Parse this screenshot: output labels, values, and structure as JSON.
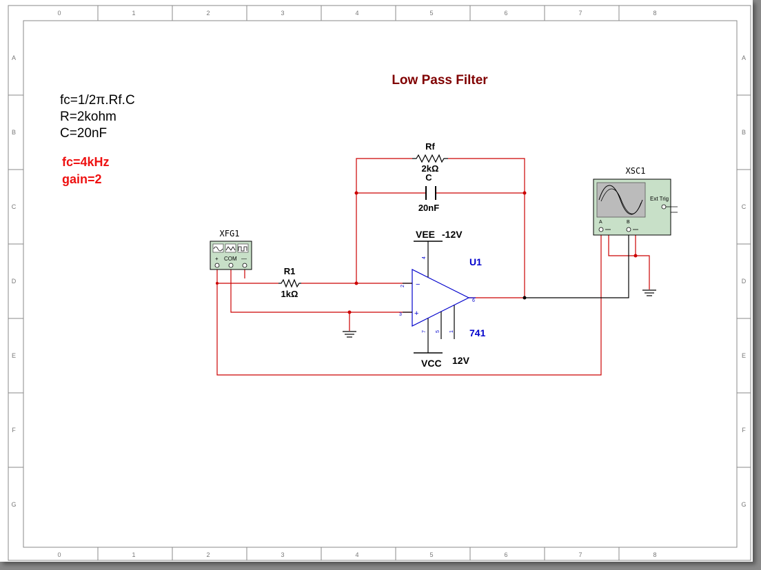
{
  "sheet": {
    "col_labels": [
      "0",
      "1",
      "2",
      "3",
      "4",
      "5",
      "6",
      "7",
      "8"
    ],
    "row_labels": [
      "A",
      "B",
      "C",
      "D",
      "E",
      "F",
      "G"
    ]
  },
  "title": "Low Pass Filter",
  "notes": {
    "formula": "fc=1/2π.Rf.C",
    "r_value": "R=2kohm",
    "c_value": "C=20nF",
    "fc_result": "fc=4kHz",
    "gain_result": "gain=2"
  },
  "components": {
    "rf": {
      "name": "Rf",
      "value": "2kΩ"
    },
    "c": {
      "name": "C",
      "value": "20nF"
    },
    "r1": {
      "name": "R1",
      "value": "1kΩ"
    },
    "opamp": {
      "name": "U1",
      "model": "741",
      "pins": [
        "4",
        "2",
        "3",
        "6",
        "7",
        "5",
        "1"
      ]
    },
    "vee": {
      "name": "VEE",
      "value": "-12V"
    },
    "vcc": {
      "name": "VCC",
      "value": "12V"
    },
    "xfg": {
      "name": "XFG1",
      "com_label": "COM",
      "plus": "+",
      "minus": "—"
    },
    "xsc": {
      "name": "XSC1",
      "ext_trig": "Ext Trig",
      "ch_a": "A",
      "ch_b": "B"
    }
  },
  "colors": {
    "wire_red": "#cc0000",
    "wire_black": "#000000",
    "component_blue": "#0000cc",
    "title": "#800000",
    "result_text": "#ee1111",
    "instrument_fill": "#c8e0c8",
    "sheet_border": "#888888"
  }
}
